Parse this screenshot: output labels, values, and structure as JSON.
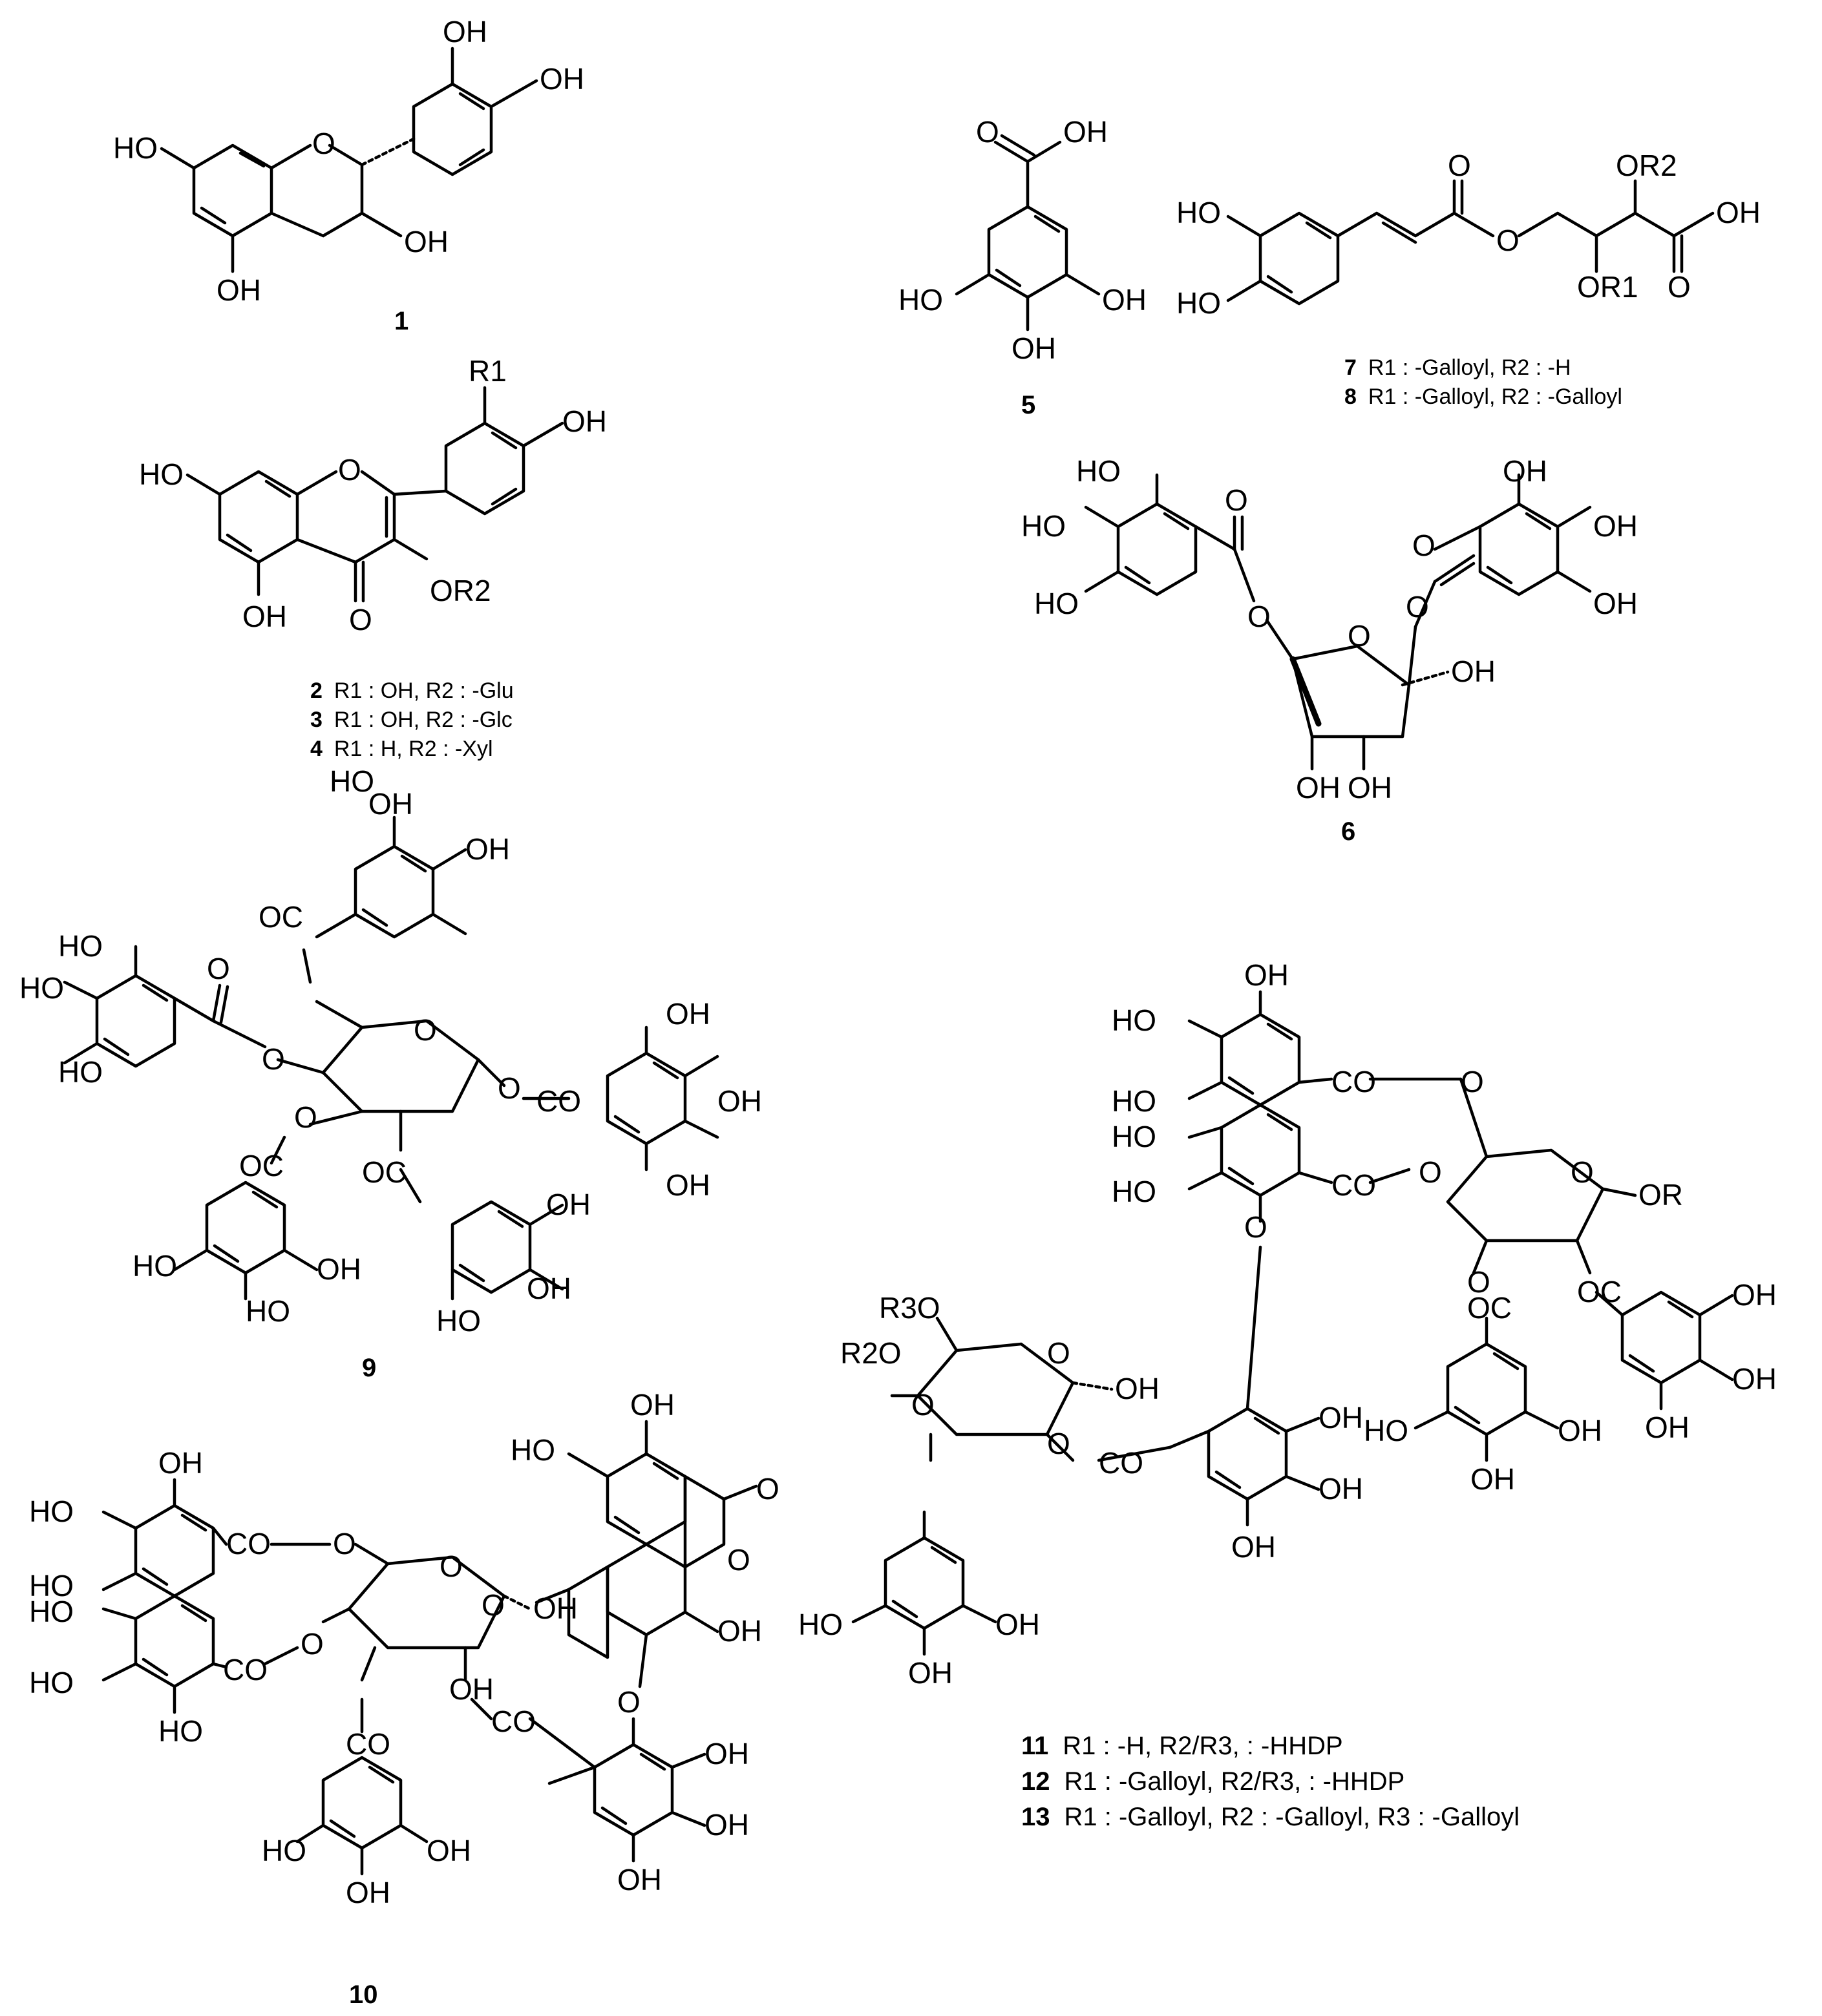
{
  "compounds": {
    "c1": {
      "number": "1",
      "labels": [
        "OH",
        "OH",
        "HO",
        "O",
        "OH",
        "OH"
      ]
    },
    "c234": {
      "labels": [
        "R1",
        "OH",
        "HO",
        "O",
        "OR2",
        "OH",
        "O"
      ],
      "captions": [
        {
          "number": "2",
          "text": "R1 : OH,  R2 : -Glu"
        },
        {
          "number": "3",
          "text": "R1 : OH,  R2 : -Glc"
        },
        {
          "number": "4",
          "text": "R1 :   H,  R2 : -Xyl"
        }
      ]
    },
    "c5": {
      "number": "5",
      "labels": [
        "O",
        "OH",
        "HO",
        "OH",
        "OH"
      ]
    },
    "c78": {
      "labels": [
        "HO",
        "HO",
        "O",
        "O",
        "OR2",
        "OH",
        "OR1",
        "O"
      ],
      "captions": [
        {
          "number": "7",
          "text": "R1 : -Galloyl,  R2 : -H"
        },
        {
          "number": "8",
          "text": "R1 : -Galloyl,  R2 : -Galloyl"
        }
      ]
    },
    "c6": {
      "number": "6",
      "labels": [
        "HO",
        "HO",
        "HO",
        "O",
        "O",
        "O",
        "O",
        "O",
        "OH",
        "OH",
        "OH",
        "OH",
        "OH",
        "OH"
      ]
    },
    "c9": {
      "number": "9",
      "labels": [
        "HO",
        "OH",
        "OH",
        "HO",
        "HO",
        "HO",
        "OC",
        "O",
        "O",
        "O",
        "O",
        "O",
        "CO",
        "OH",
        "OH",
        "OH",
        "OC",
        "OC",
        "OH",
        "OH",
        "HO",
        "HO",
        "OH",
        "HO",
        "OH"
      ]
    },
    "c10": {
      "number": "10",
      "labels": [
        "OH",
        "HO",
        "O",
        "O",
        "O",
        "OH",
        "OH",
        "HO",
        "HO",
        "CO",
        "O",
        "HO",
        "HO",
        "CO",
        "O",
        "O",
        "OH",
        "HO",
        "OH",
        "CO",
        "CO",
        "O",
        "OH",
        "OH",
        "OH",
        "HO",
        "OH",
        "OH"
      ]
    },
    "c111213": {
      "labels": [
        "OH",
        "HO",
        "HO",
        "HO",
        "HO",
        "CO",
        "O",
        "O",
        "O",
        "OR",
        "CO",
        "O",
        "R3O",
        "R2O",
        "O",
        "O",
        "O",
        "OH",
        "O",
        "CO",
        "OC",
        "OC",
        "OH",
        "OH",
        "OH",
        "HO",
        "OH",
        "OH",
        "OH",
        "HO",
        "OH",
        "OH",
        "OH",
        "HO",
        "OH"
      ],
      "captions": [
        {
          "number": "11",
          "text": "R1 : -H,          R2/R3, : -HHDP"
        },
        {
          "number": "12",
          "text": "R1 : -Galloyl,  R2/R3, : -HHDP"
        },
        {
          "number": "13",
          "text": "R1 : -Galloyl,  R2 : -Galloyl,  R3 : -Galloyl"
        }
      ]
    }
  }
}
